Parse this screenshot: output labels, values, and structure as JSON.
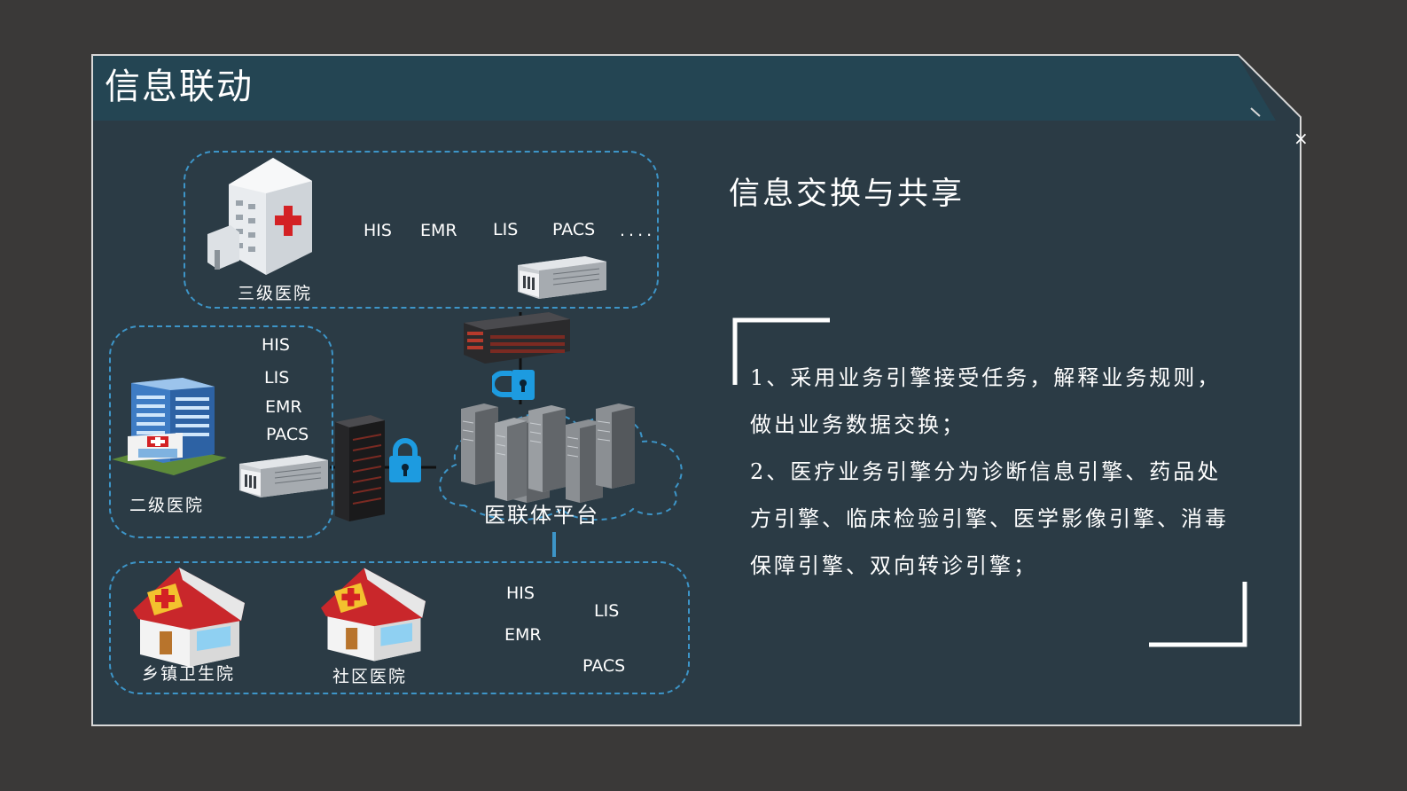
{
  "page": {
    "title": "信息联动",
    "close_glyph": "×"
  },
  "diagram": {
    "tertiary": {
      "caption": "三级医院",
      "systems": [
        "HIS",
        "EMR",
        "LIS",
        "PACS",
        "...."
      ]
    },
    "secondary": {
      "caption": "二级医院",
      "systems": [
        "HIS",
        "LIS",
        "EMR",
        "PACS"
      ]
    },
    "platform": {
      "caption": "医联体平台"
    },
    "primary": {
      "township_caption": "乡镇卫生院",
      "community_caption": "社区医院",
      "systems": [
        "HIS",
        "LIS",
        "EMR",
        "PACS"
      ]
    }
  },
  "content": {
    "heading": "信息交换与共享",
    "points": [
      "1、采用业务引擎接受任务，解释业务规则，做出业务数据交换；",
      "2、医疗业务引擎分为诊断信息引擎、药品处方引擎、临床检验引擎、医学影像引擎、消毒保障引擎、双向转诊引擎；"
    ]
  },
  "colors": {
    "background": "#3a3938",
    "panel": "#2b3b45",
    "header_band": "#244553",
    "dash_line": "#3d95c8",
    "lock_blue": "#1d9be0",
    "text": "#ffffff"
  },
  "icons": {
    "tertiary_hospital": "hospital-building-icon",
    "secondary_hospital": "hospital-building-icon",
    "clinic": "clinic-house-icon",
    "server": "server-icon",
    "lock": "lock-icon"
  }
}
